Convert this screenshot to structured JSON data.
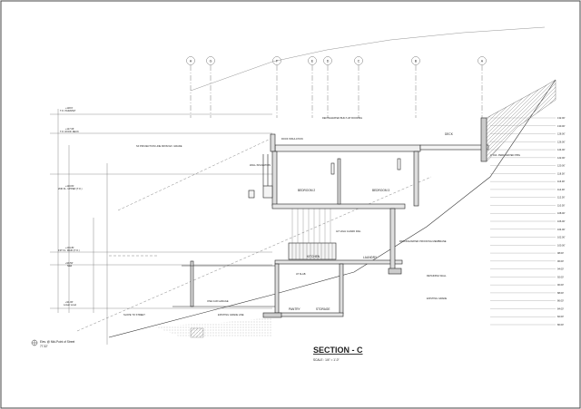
{
  "sheet": {
    "title": "SECTION - C",
    "scale": "SCALE : 1/4\" = 1'-0\""
  },
  "grid_lines": [
    "H",
    "G",
    "F",
    "E",
    "D",
    "C",
    "B",
    "A"
  ],
  "rooms": {
    "bedroom_upper_left": "BEDROOM 2",
    "bedroom_upper_right": "BEDROOM 3",
    "pantry": "PANTRY",
    "storage": "STORAGE",
    "kitchen": "KITCHEN",
    "laundry": "LAUNDRY",
    "deck": "DECK"
  },
  "levels": [
    {
      "value": "+118.6'",
      "label": "T.O. PARAPET"
    },
    {
      "value": "+117.06'",
      "label": "T.O. ROOF DECK"
    },
    {
      "value": "+110.81'",
      "label": "2ND FL. UPPER (T.O.)"
    },
    {
      "value": "+101.81'",
      "label": "1ST FL. MAIN (T.O.)"
    },
    {
      "value": "+99.56'",
      "label": "Slab"
    },
    {
      "value": "+91.06'",
      "label": "Lower Level"
    }
  ],
  "notes": [
    "SF PROJECTION LINE FROM EX. GRADE",
    "WALL INSULATION",
    "ROOF INSULATION",
    "DENTAGRATED BUILT-UP ROOFING",
    "42\" HIGH GUARD RAIL",
    "ONE CAR GARAGE",
    "PARKING/WATER PROOFING MEMBRANE",
    "4\" DIA. PERFORATED PIPE",
    "EXISTING GRADE",
    "AT SLAB",
    "RETAINING WALL",
    "Elev. @ Mid-Point of Street",
    "77.32'",
    "SLOPE TO STREET",
    "EXISTING GRADE LINE"
  ],
  "right_scale": [
    "132.00'",
    "130.00'",
    "128.00'",
    "126.00'",
    "124.00'",
    "122.00'",
    "120.00'",
    "118.00'",
    "116.00'",
    "114.00'",
    "112.00'",
    "110.00'",
    "108.00'",
    "106.00'",
    "104.00'",
    "102.00'",
    "100.00'",
    "98.00'",
    "96.00'",
    "94.00'",
    "92.00'",
    "90.00'",
    "88.00'",
    "86.00'",
    "84.00'",
    "82.00'",
    "80.00'"
  ]
}
